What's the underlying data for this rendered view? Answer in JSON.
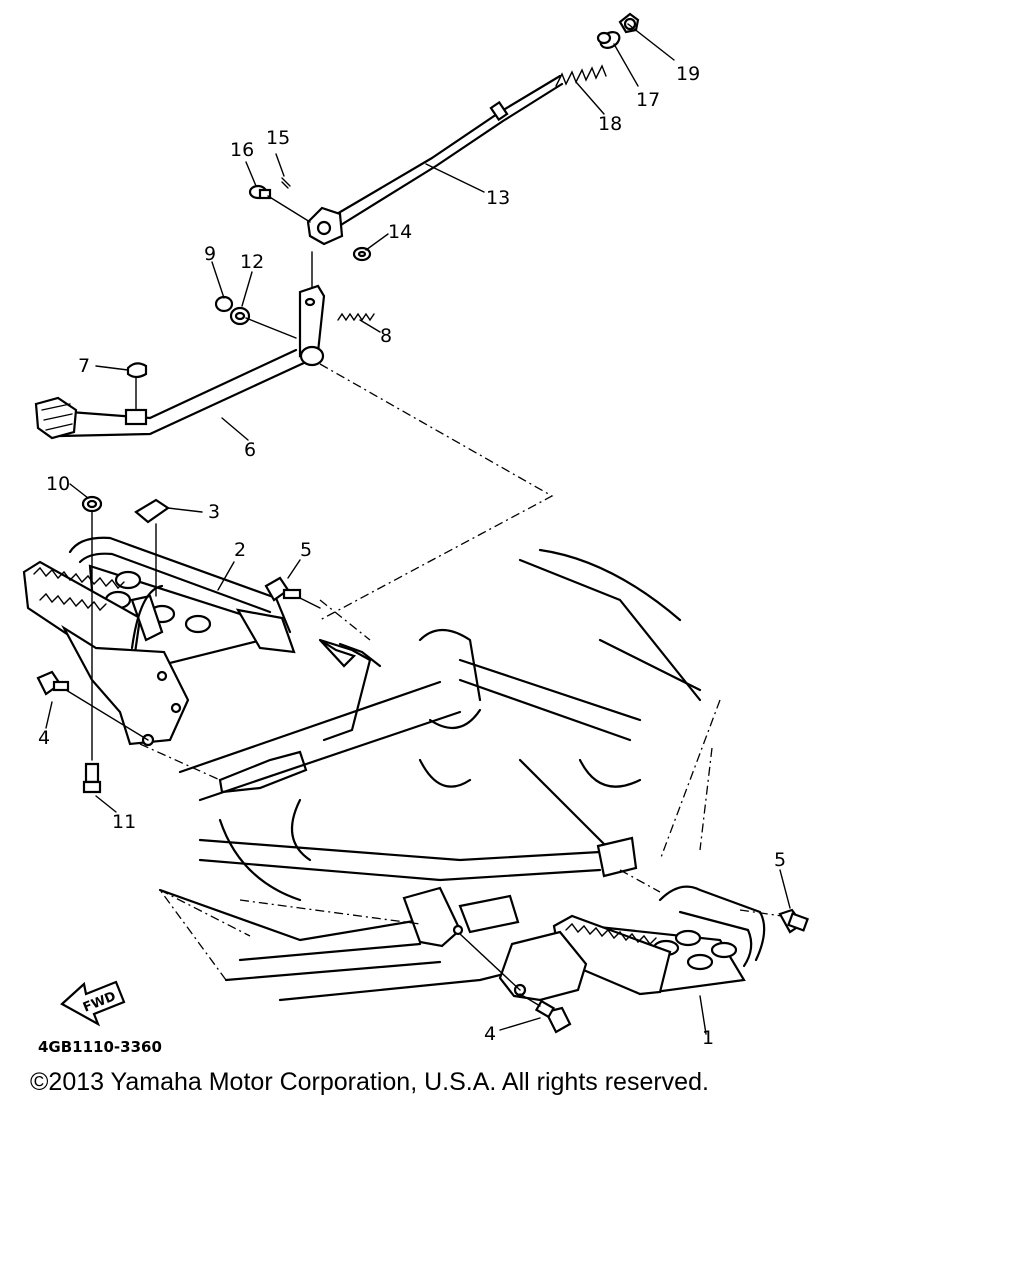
{
  "diagram": {
    "part_code": "4GB1110-3360",
    "forward_label": "FWD",
    "callouts": [
      "1",
      "2",
      "3",
      "4",
      "4",
      "5",
      "5",
      "6",
      "7",
      "8",
      "9",
      "10",
      "11",
      "12",
      "13",
      "14",
      "15",
      "16",
      "17",
      "18",
      "19"
    ]
  },
  "footer": {
    "copyright": "©2013 Yamaha Motor Corporation, U.S.A. All rights reserved."
  }
}
